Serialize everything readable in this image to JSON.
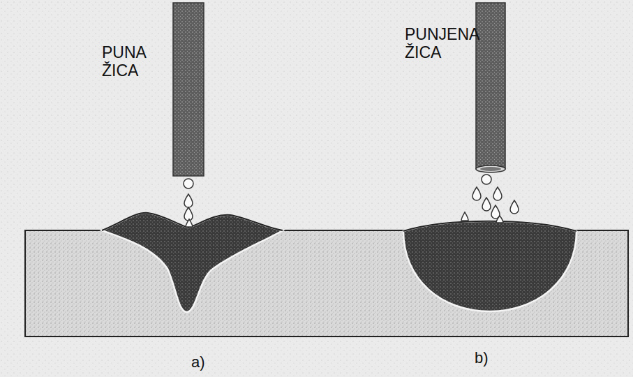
{
  "diagram": {
    "labels": [
      "PUNA ŽICA",
      "PUNJENA ŽICA",
      "a)",
      "b)"
    ]
  }
}
